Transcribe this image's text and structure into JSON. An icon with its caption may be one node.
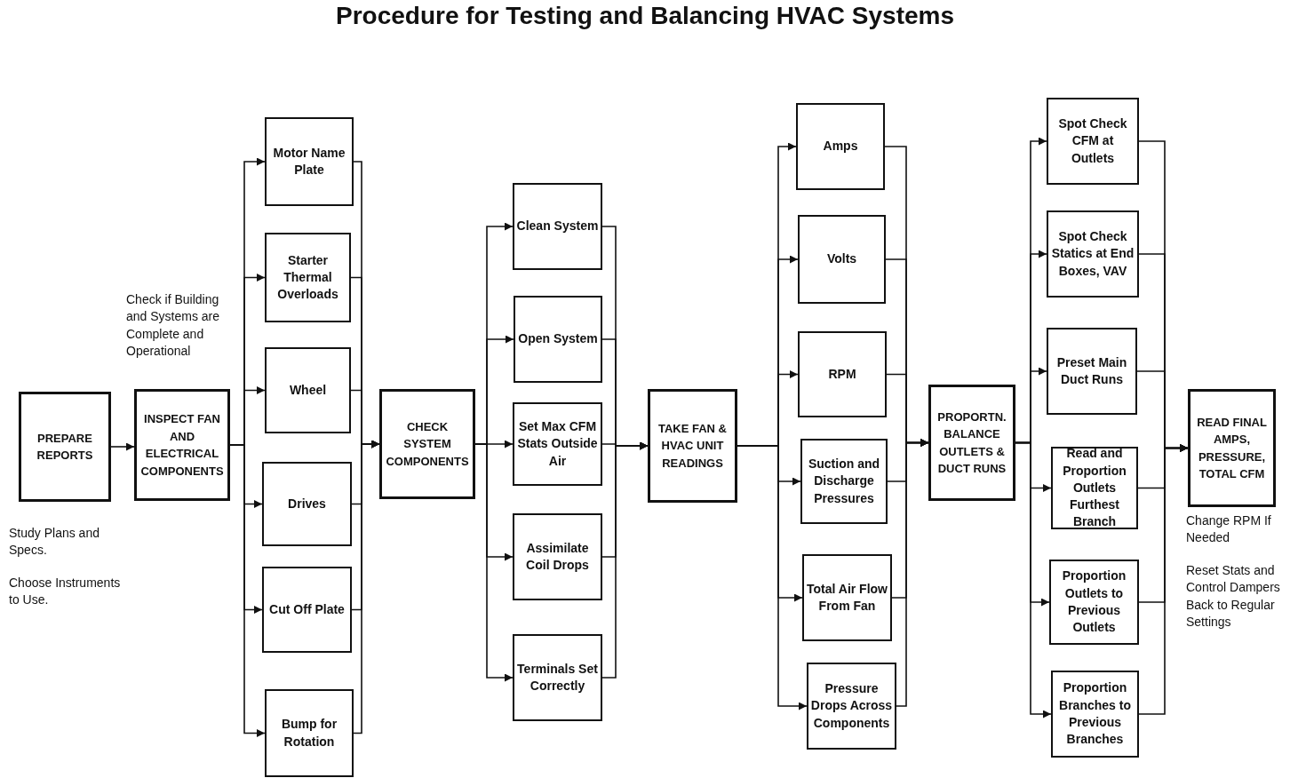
{
  "diagram": {
    "title": "Procedure for Testing and Balancing HVAC Systems",
    "nodes": [
      {
        "text": [
          "PREPARE REPORTS"
        ]
      },
      {
        "text": [
          "INSPECT FAN AND ELECTRICAL COMPONENTS"
        ]
      },
      {
        "text": [
          "Motor Name Plate"
        ]
      },
      {
        "text": [
          "Starter Thermal Overloads"
        ]
      },
      {
        "text": [
          "Wheel"
        ]
      },
      {
        "text": [
          "Drives"
        ]
      },
      {
        "text": [
          "Cut Off Plate"
        ]
      },
      {
        "text": [
          "Bump for Rotation"
        ]
      },
      {
        "text": [
          "CHECK SYSTEM COMPONENTS"
        ]
      },
      {
        "text": [
          "Clean System"
        ]
      },
      {
        "text": [
          "Open System"
        ]
      },
      {
        "text": [
          "Set Max CFM",
          "Stats Outside Air"
        ]
      },
      {
        "text": [
          "Assimilate Coil Drops"
        ]
      },
      {
        "text": [
          "Terminals Set Correctly"
        ]
      },
      {
        "text": [
          "TAKE FAN & HVAC UNIT READINGS"
        ]
      },
      {
        "text": [
          "Amps"
        ]
      },
      {
        "text": [
          "Volts"
        ]
      },
      {
        "text": [
          "RPM"
        ]
      },
      {
        "text": [
          "Suction and Discharge Pressures"
        ]
      },
      {
        "text": [
          "Total Air Flow From Fan"
        ]
      },
      {
        "text": [
          "Pressure Drops Across Components"
        ]
      },
      {
        "text": [
          "PROPORTN. BALANCE OUTLETS & DUCT RUNS"
        ]
      },
      {
        "text": [
          "Spot Check CFM at Outlets"
        ]
      },
      {
        "text": [
          "Spot Check Statics at End Boxes, VAV"
        ]
      },
      {
        "text": [
          "Preset Main Duct Runs"
        ]
      },
      {
        "text": [
          "Read and Proportion Outlets Furthest Branch"
        ]
      },
      {
        "text": [
          "Proportion Outlets to Previous Outlets"
        ]
      },
      {
        "text": [
          "Proportion Branches to Previous Branches"
        ]
      },
      {
        "text": [
          "READ FINAL AMPS, PRESSURE, TOTAL CFM"
        ]
      }
    ],
    "edges": [
      {
        "from": 0,
        "to": 1,
        "arrow": "to"
      },
      {
        "from": 1,
        "to": 2,
        "arrow": "to"
      },
      {
        "from": 1,
        "to": 3,
        "arrow": "to"
      },
      {
        "from": 1,
        "to": 4,
        "arrow": "to"
      },
      {
        "from": 1,
        "to": 5,
        "arrow": "to"
      },
      {
        "from": 1,
        "to": 6,
        "arrow": "to"
      },
      {
        "from": 1,
        "to": 7,
        "arrow": "to"
      },
      {
        "from": 2,
        "to": 8,
        "arrow": "to"
      },
      {
        "from": 3,
        "to": 8,
        "arrow": "to"
      },
      {
        "from": 4,
        "to": 8,
        "arrow": "to"
      },
      {
        "from": 5,
        "to": 8,
        "arrow": "to"
      },
      {
        "from": 6,
        "to": 8,
        "arrow": "to"
      },
      {
        "from": 7,
        "to": 8,
        "arrow": "to"
      },
      {
        "from": 8,
        "to": 9,
        "arrow": "to"
      },
      {
        "from": 8,
        "to": 10,
        "arrow": "to"
      },
      {
        "from": 8,
        "to": 11,
        "arrow": "to"
      },
      {
        "from": 8,
        "to": 12,
        "arrow": "to"
      },
      {
        "from": 8,
        "to": 13,
        "arrow": "to"
      },
      {
        "from": 9,
        "to": 14,
        "arrow": "to"
      },
      {
        "from": 10,
        "to": 14,
        "arrow": "to"
      },
      {
        "from": 11,
        "to": 14,
        "arrow": "to"
      },
      {
        "from": 12,
        "to": 14,
        "arrow": "to"
      },
      {
        "from": 13,
        "to": 14,
        "arrow": "to"
      },
      {
        "from": 14,
        "to": 15,
        "arrow": "to"
      },
      {
        "from": 14,
        "to": 16,
        "arrow": "to"
      },
      {
        "from": 14,
        "to": 17,
        "arrow": "to"
      },
      {
        "from": 14,
        "to": 18,
        "arrow": "to"
      },
      {
        "from": 14,
        "to": 19,
        "arrow": "to"
      },
      {
        "from": 14,
        "to": 20,
        "arrow": "to"
      },
      {
        "from": 15,
        "to": 21,
        "arrow": "to"
      },
      {
        "from": 16,
        "to": 21,
        "arrow": "to"
      },
      {
        "from": 17,
        "to": 21,
        "arrow": "to"
      },
      {
        "from": 18,
        "to": 21,
        "arrow": "to"
      },
      {
        "from": 19,
        "to": 21,
        "arrow": "to"
      },
      {
        "from": 20,
        "to": 21,
        "arrow": "to"
      },
      {
        "from": 21,
        "to": 22,
        "arrow": "to"
      },
      {
        "from": 21,
        "to": 23,
        "arrow": "to"
      },
      {
        "from": 21,
        "to": 24,
        "arrow": "to"
      },
      {
        "from": 21,
        "to": 25,
        "arrow": "to"
      },
      {
        "from": 21,
        "to": 26,
        "arrow": "to"
      },
      {
        "from": 21,
        "to": 27,
        "arrow": "to"
      },
      {
        "from": 22,
        "to": 28,
        "arrow": "to"
      },
      {
        "from": 23,
        "to": 28,
        "arrow": "to"
      },
      {
        "from": 24,
        "to": 28,
        "arrow": "to"
      },
      {
        "from": 25,
        "to": 28,
        "arrow": "to"
      },
      {
        "from": 26,
        "to": 28,
        "arrow": "to"
      },
      {
        "from": 27,
        "to": 28,
        "arrow": "to"
      }
    ],
    "labels": [
      "Check if Building and Systems are Complete and Operational",
      "Study Plans and Specs.",
      "Choose Instruments to Use.",
      "Change RPM If Needed",
      "Reset Stats and Control Dampers Back to Regular Settings"
    ]
  }
}
